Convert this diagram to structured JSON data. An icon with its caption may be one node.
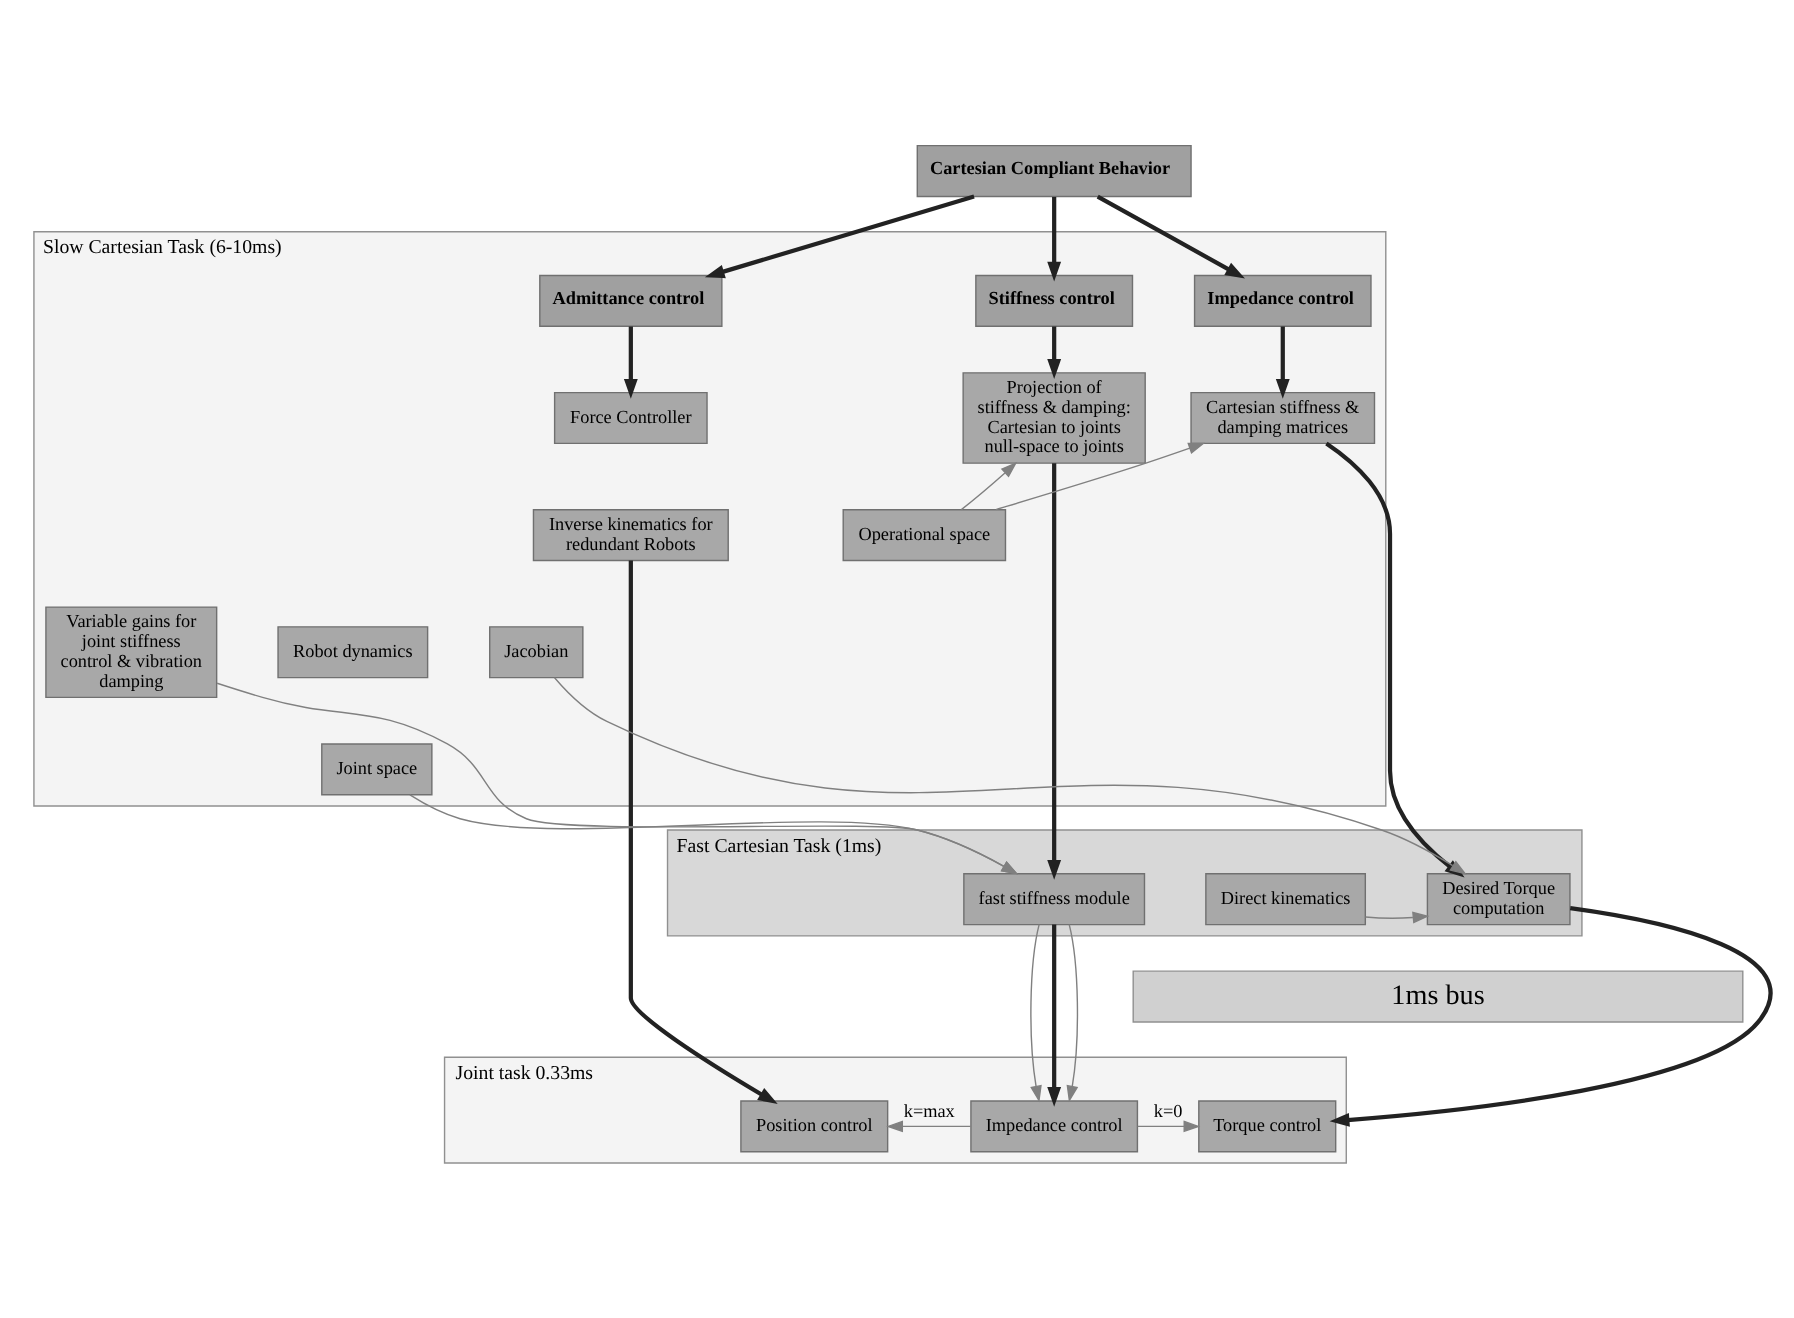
{
  "diagram": {
    "nodes": [
      {
        "text": [
          "Cartesian Compliant Behavior"
        ]
      },
      {
        "text": [
          "Slow Cartesian Task (6-10ms)"
        ]
      },
      {
        "text": [
          "Admittance control"
        ],
        "in": 1
      },
      {
        "text": [
          "Stiffness control"
        ],
        "in": 1
      },
      {
        "text": [
          "Impedance control"
        ],
        "in": 1
      },
      {
        "text": [
          "Force Controller"
        ],
        "in": 1
      },
      {
        "text": [
          "Inverse kinematics for redundant Robots"
        ],
        "in": 1
      },
      {
        "text": [
          "Projection of stiffness & damping: Cartesian to joints null-space to joints"
        ],
        "in": 1
      },
      {
        "text": [
          "Cartesian stiffness & damping matrices"
        ],
        "in": 1
      },
      {
        "text": [
          "Variable gains for joint stiffness control & vibration damping"
        ],
        "in": 1
      },
      {
        "text": [
          "Operational space"
        ],
        "in": 1
      },
      {
        "text": [
          "Robot dynamics"
        ],
        "in": 1
      },
      {
        "text": [
          "Joint space"
        ],
        "in": 1
      },
      {
        "text": [
          "Jacobian"
        ],
        "in": 1
      },
      {
        "text": [
          "Fast Cartesian Task (1ms)"
        ]
      },
      {
        "text": [
          "fast stiffness module"
        ],
        "in": 14
      },
      {
        "text": [
          "Direct kinematics"
        ],
        "in": 14
      },
      {
        "text": [
          "Desired Torque computation"
        ],
        "in": 14
      },
      {
        "text": [
          "1ms bus"
        ]
      },
      {
        "text": [
          "Joint task 0.33ms"
        ]
      },
      {
        "text": [
          "Position control"
        ],
        "in": 19
      },
      {
        "text": [
          "Impedance control"
        ],
        "in": 19
      },
      {
        "text": [
          "Torque control"
        ],
        "in": 19
      }
    ],
    "edges": [
      {
        "from": 0,
        "to": 2,
        "arrow": "to"
      },
      {
        "from": 0,
        "to": 3,
        "arrow": "to"
      },
      {
        "from": 0,
        "to": 4,
        "arrow": "to"
      },
      {
        "from": 2,
        "to": 5,
        "arrow": "to"
      },
      {
        "from": 3,
        "to": 7,
        "arrow": "to"
      },
      {
        "from": 4,
        "to": 8,
        "arrow": "to"
      },
      {
        "from": 10,
        "to": 7,
        "arrow": "to",
        "color": "#808080"
      },
      {
        "from": 10,
        "to": 8,
        "arrow": "to",
        "color": "#808080"
      },
      {
        "from": 6,
        "to": 20,
        "arrow": "to"
      },
      {
        "from": 7,
        "to": 15,
        "arrow": "to"
      },
      {
        "from": 9,
        "to": 15,
        "arrow": "to",
        "color": "#808080"
      },
      {
        "from": 12,
        "to": 15,
        "arrow": "to",
        "color": "#808080"
      },
      {
        "from": 8,
        "to": 17,
        "arrow": "to"
      },
      {
        "from": 13,
        "to": 17,
        "arrow": "to",
        "color": "#808080"
      },
      {
        "from": 16,
        "to": 17,
        "arrow": "to",
        "color": "#808080"
      },
      {
        "from": 15,
        "to": 21,
        "arrow": "to",
        "color": "#808080"
      },
      {
        "from": 15,
        "to": 21,
        "arrow": "to"
      },
      {
        "from": 15,
        "to": 21,
        "arrow": "to",
        "color": "#808080"
      },
      {
        "from": 17,
        "to": 22,
        "arrow": "to"
      },
      {
        "from": 21,
        "to": 20,
        "arrow": "to",
        "label": "k=max",
        "color": "#808080"
      },
      {
        "from": 21,
        "to": 22,
        "arrow": "to",
        "label": "k=0",
        "color": "#808080"
      }
    ]
  }
}
